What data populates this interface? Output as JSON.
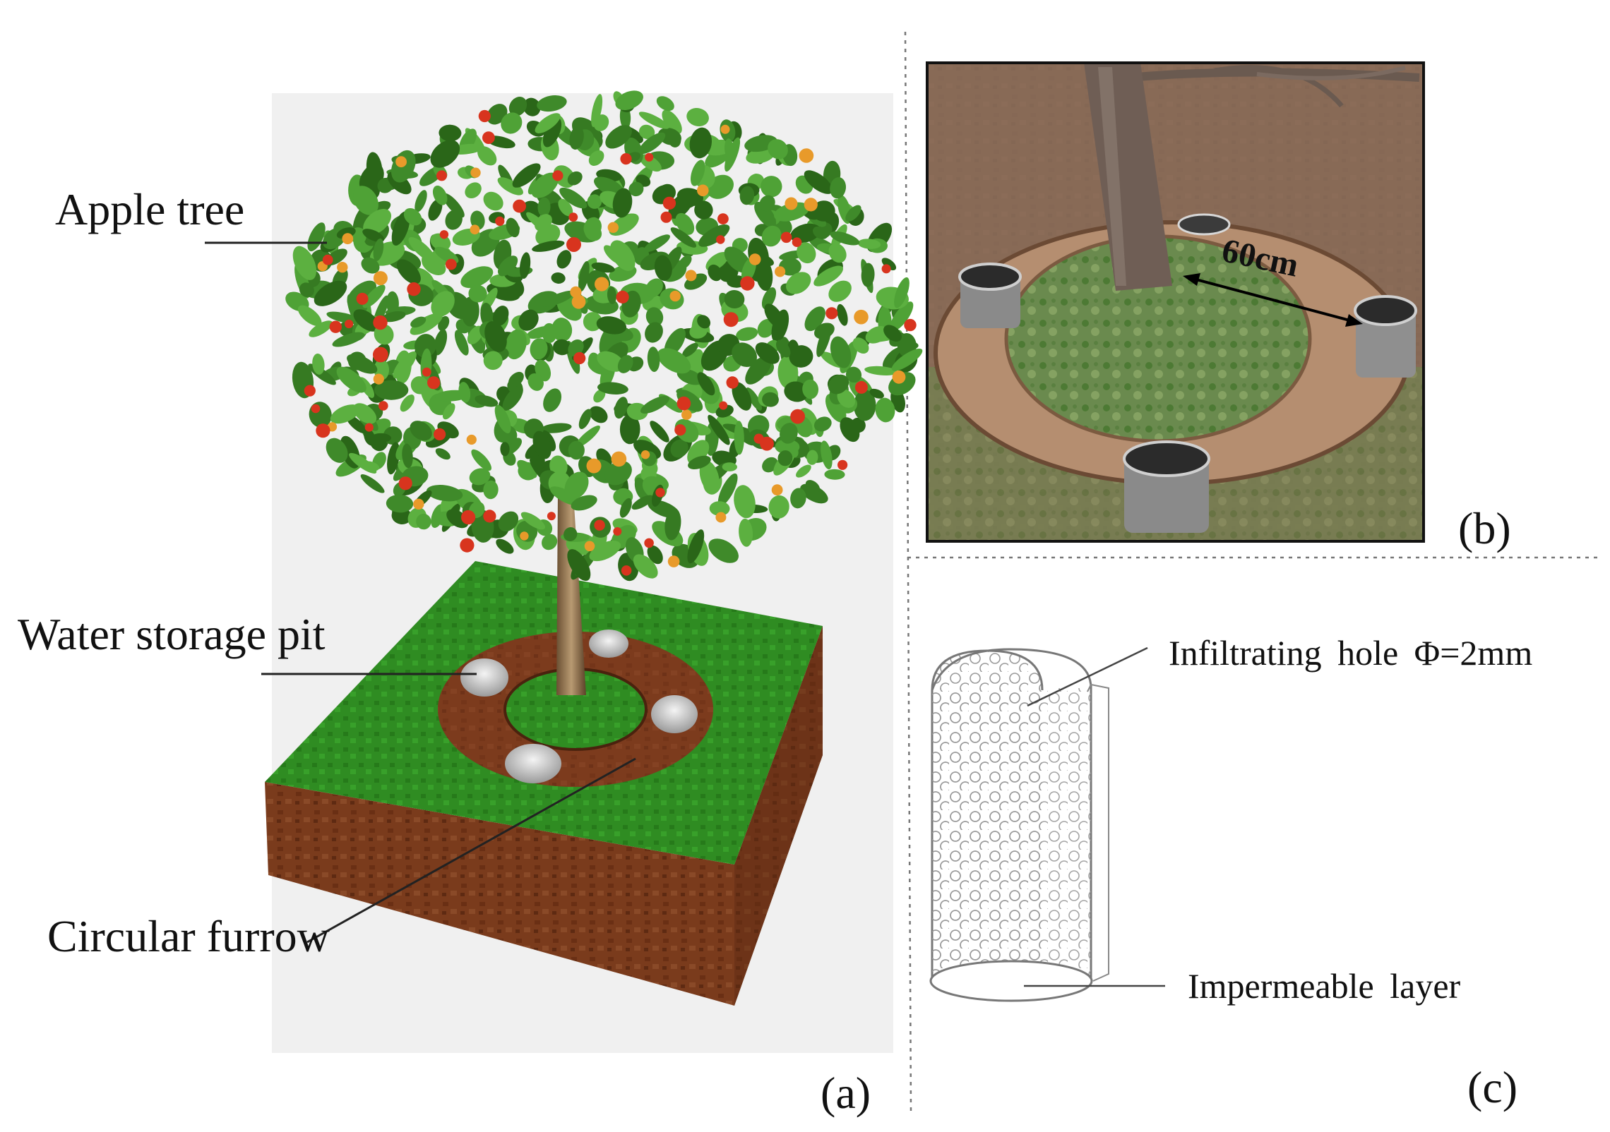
{
  "panel_a": {
    "labels": {
      "apple_tree": "Apple tree",
      "water_storage_pit": "Water storage pit",
      "circular_furrow": "Circular furrow"
    },
    "panel_label": "(a)"
  },
  "panel_b": {
    "distance_label": "60cm",
    "panel_label": "(b)"
  },
  "panel_c": {
    "labels": {
      "infiltrating_hole": "Infiltrating hole Φ=2mm",
      "impermeable_layer": "Impermeable layer"
    },
    "panel_label": "(c)"
  },
  "colors": {
    "foliage": "#3f8a2a",
    "foliage_dark": "#2a6618",
    "grass": "#2e8a22",
    "soil": "#7a3b1c",
    "furrow": "#8a4426",
    "apple": "#d8341e",
    "photo_ground": "#8e7560",
    "trunk": "#6b5648"
  }
}
